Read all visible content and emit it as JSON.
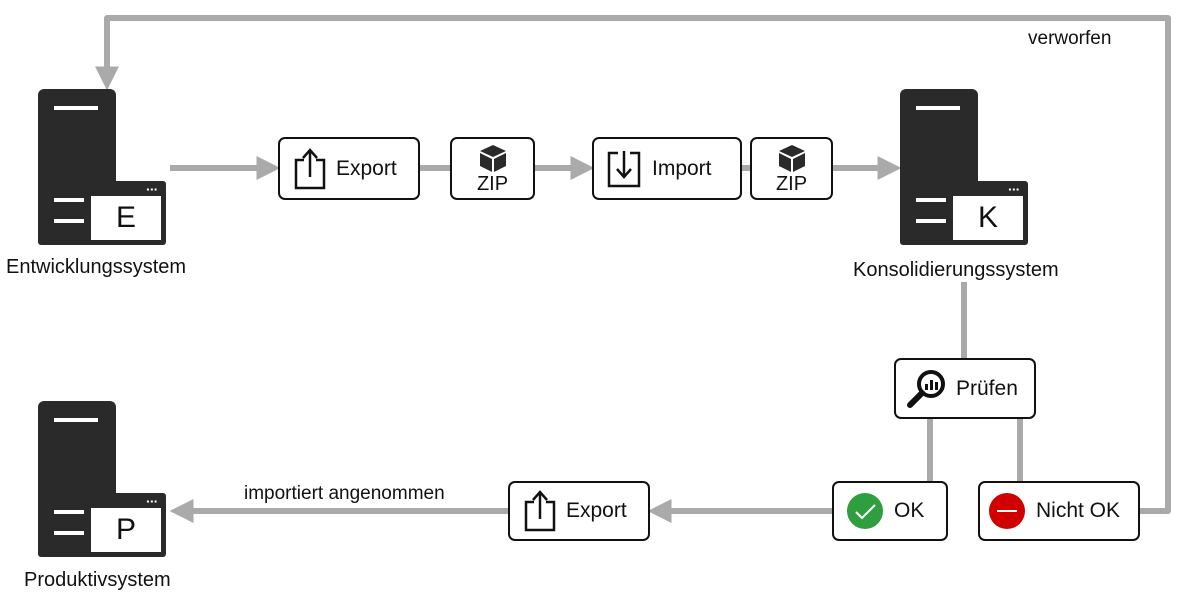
{
  "systems": {
    "dev": {
      "letter": "E",
      "label": "Entwicklungssystem"
    },
    "cons": {
      "letter": "K",
      "label": "Konsolidierungssystem"
    },
    "prod": {
      "letter": "P",
      "label": "Produktivsystem"
    }
  },
  "steps": {
    "export1": "Export",
    "zip1": "ZIP",
    "import": "Import",
    "zip2": "ZIP",
    "pruefen": "Prüfen",
    "ok": "OK",
    "nicht_ok": "Nicht OK",
    "export2": "Export"
  },
  "edges": {
    "rejected": "verworfen",
    "accepted": "importiert angenommen"
  },
  "colors": {
    "connector": "#aaaaaa",
    "server": "#2b2a2b",
    "ok_green": "#2e9e3e",
    "fail_red": "#d00000"
  },
  "window_dots": "▪▪▪"
}
